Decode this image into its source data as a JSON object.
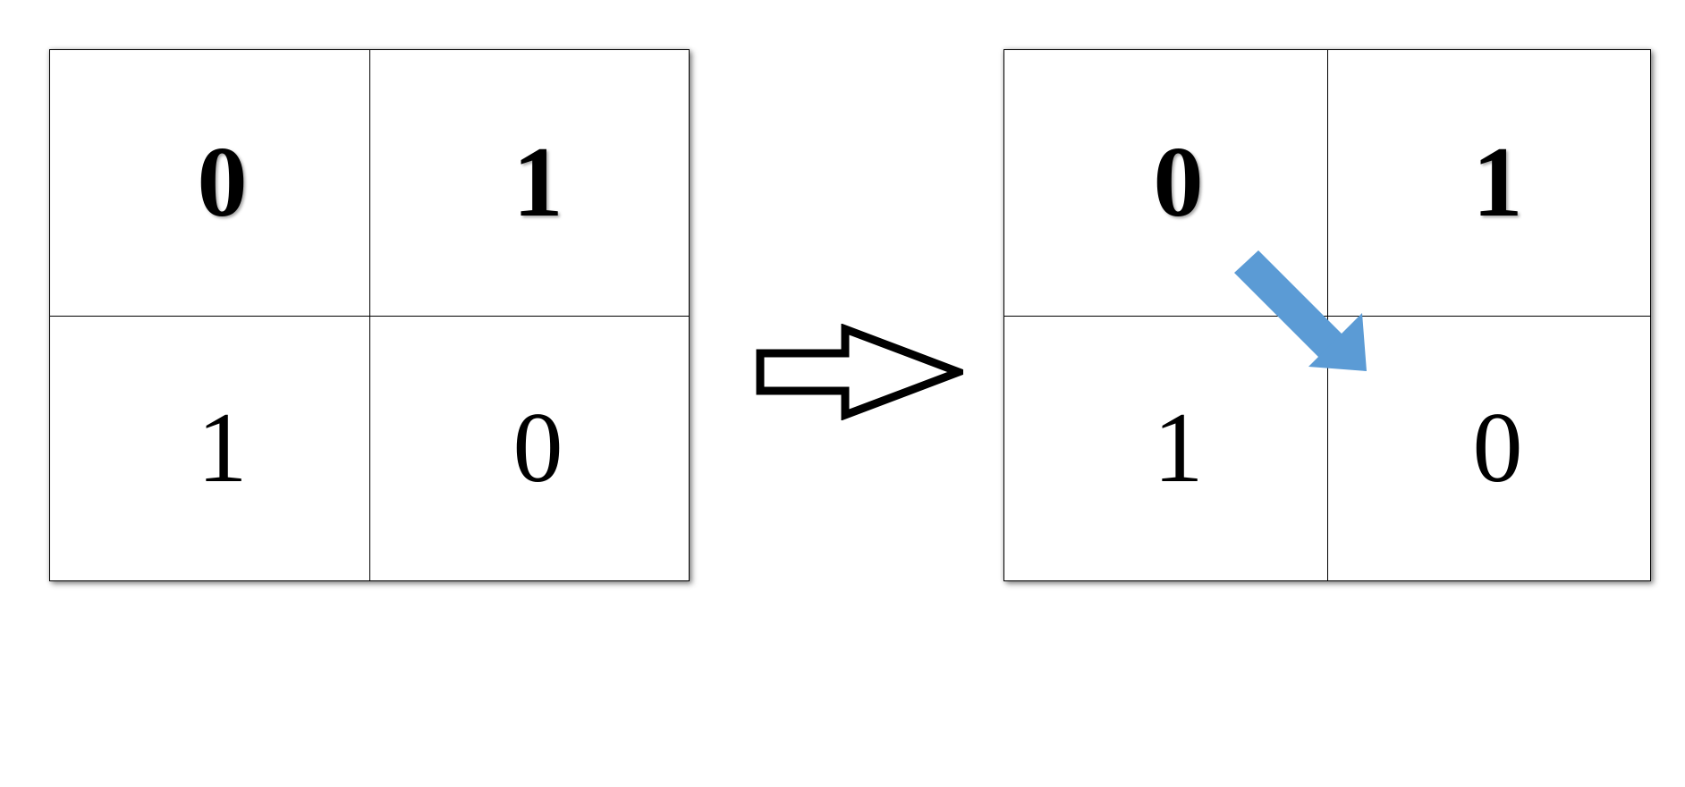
{
  "diagram": {
    "type": "matrix-transformation",
    "background_color": "#ffffff",
    "accent_color": "#5B9BD5",
    "line_color": "#000000"
  },
  "left_matrix": {
    "label": "before-matrix",
    "rows": 2,
    "columns": 2,
    "cells": [
      {
        "row": 0,
        "col": 0,
        "value": "0",
        "weight": "bold"
      },
      {
        "row": 0,
        "col": 1,
        "value": "1",
        "weight": "bold"
      },
      {
        "row": 1,
        "col": 0,
        "value": "1",
        "weight": "regular"
      },
      {
        "row": 1,
        "col": 1,
        "value": "0",
        "weight": "regular"
      }
    ]
  },
  "right_matrix": {
    "label": "after-matrix",
    "rows": 2,
    "columns": 2,
    "cells": [
      {
        "row": 0,
        "col": 0,
        "value": "0",
        "weight": "bold"
      },
      {
        "row": 0,
        "col": 1,
        "value": "1",
        "weight": "bold"
      },
      {
        "row": 1,
        "col": 0,
        "value": "1",
        "weight": "regular"
      },
      {
        "row": 1,
        "col": 1,
        "value": "0",
        "weight": "regular"
      }
    ]
  },
  "transition_arrow": {
    "icon": "block-arrow-right-icon",
    "direction": "right",
    "fill": "#ffffff",
    "stroke": "#000000"
  },
  "annotation_arrow": {
    "icon": "diagonal-arrow-down-right-icon",
    "direction": "down-right",
    "color": "#5B9BD5",
    "starts_in_cell": "row0-col0",
    "ends_in_cell": "row1-col1"
  }
}
